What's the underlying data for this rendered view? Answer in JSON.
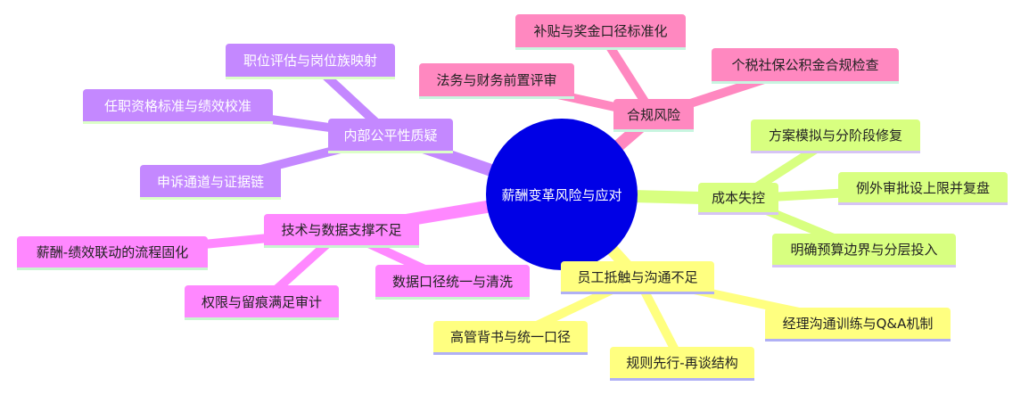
{
  "center": {
    "label": "薪酬变革风险与应对",
    "color": "#0000e6"
  },
  "branches": [
    {
      "label": "合规风险",
      "color": "#ff88c0",
      "underline": "#c8f5e0",
      "text_color": "#222222",
      "children": [
        "补贴与奖金口径标准化",
        "法务与财务前置评审",
        "个税社保公积金合规检查"
      ]
    },
    {
      "label": "成本失控",
      "color": "#d8ff80",
      "underline": "#d6c4f5",
      "text_color": "#222222",
      "children": [
        "方案模拟与分阶段修复",
        "例外审批设上限并复盘",
        "明确预算边界与分层投入"
      ]
    },
    {
      "label": "员工抵触与沟通不足",
      "color": "#ffff80",
      "underline": "#b0b0f5",
      "text_color": "#222222",
      "children": [
        "高管背书与统一口径",
        "规则先行-再谈结构",
        "经理沟通训练与Q&A机制"
      ]
    },
    {
      "label": "技术与数据支撑不足",
      "color": "#ff88ff",
      "underline": "#c8f5d0",
      "text_color": "#222222",
      "children": [
        "薪酬-绩效联动的流程固化",
        "权限与留痕满足审计",
        "数据口径统一与清洗"
      ]
    },
    {
      "label": "内部公平性质疑",
      "color": "#c488ff",
      "underline": "#dcffc8",
      "text_color": "#ffffff",
      "children": [
        "职位评估与岗位族映射",
        "任职资格标准与绩效校准",
        "申诉通道与证据链"
      ]
    }
  ]
}
